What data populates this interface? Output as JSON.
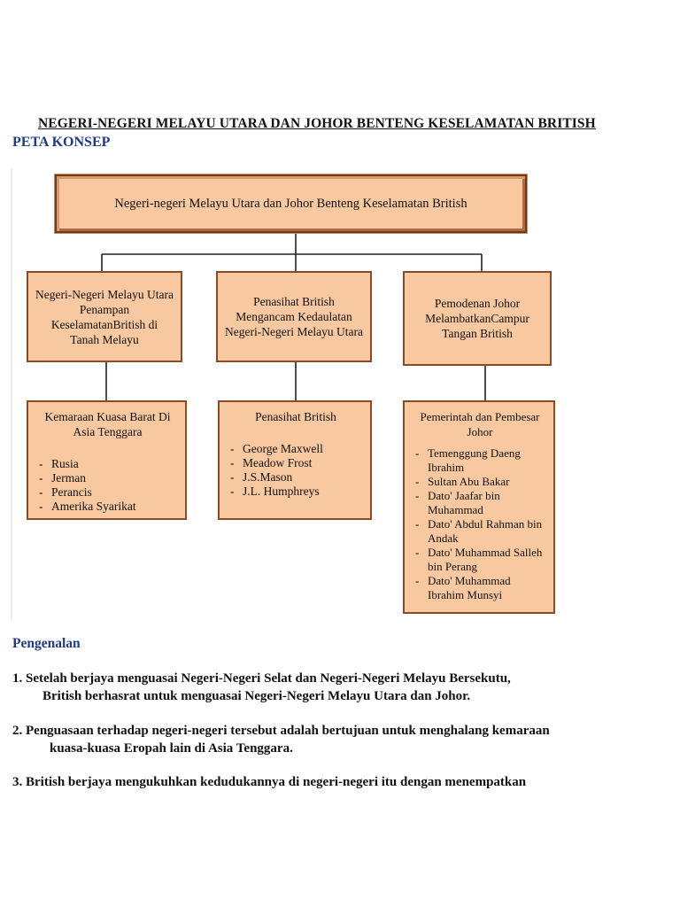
{
  "doc_title": "NEGERI-NEGERI MELAYU UTARA DAN JOHOR BENTENG KESELAMATAN BRITISH",
  "section_label": "PETA KONSEP",
  "concept_map": {
    "root": "Negeri-negeri Melayu Utara dan Johor Benteng Keselamatan British",
    "branches": [
      {
        "label": "Negeri-Negeri Melayu Utara Penampan KeselamatanBritish di Tanah Melayu",
        "detail_heading": "Kemaraan Kuasa Barat Di Asia Tenggara",
        "items": [
          "Rusia",
          "Jerman",
          "Perancis",
          "Amerika Syarikat"
        ]
      },
      {
        "label": "Penasihat British Mengancam Kedaulatan Negeri-Negeri Melayu Utara",
        "detail_heading": "Penasihat British",
        "items": [
          "George Maxwell",
          "Meadow Frost",
          "J.S.Mason",
          "J.L. Humphreys"
        ]
      },
      {
        "label": "Pemodenan Johor MelambatkanCampur Tangan British",
        "detail_heading": "Pemerintah dan Pembesar Johor",
        "items": [
          "Temenggung Daeng Ibrahim",
          "Sultan Abu Bakar",
          "Dato' Jaafar bin Muhammad",
          "Dato' Abdul Rahman bin Andak",
          "Dato' Muhammad Salleh bin Perang",
          "Dato' Muhammad Ibrahim Munsyi"
        ]
      }
    ]
  },
  "intro_heading": "Pengenalan",
  "paragraphs": [
    {
      "line1": "1. Setelah berjaya menguasai Negeri-Negeri Selat dan Negeri-Negeri Melayu Bersekutu,",
      "line2": "British berhasrat untuk menguasai Negeri-Negeri Melayu Utara dan Johor."
    },
    {
      "line1": "2. Penguasaan terhadap negeri-negeri tersebut adalah bertujuan untuk menghalang kemaraan",
      "line2": "kuasa-kuasa Eropah lain di Asia Tenggara."
    },
    {
      "line1": "3. British berjaya mengukuhkan kedudukannya di negeri-negeri itu dengan menempatkan",
      "line2": ""
    }
  ],
  "colors": {
    "box_fill": "#f8c8a0",
    "box_border": "#8a4a25",
    "heading_blue": "#1f3a86"
  }
}
